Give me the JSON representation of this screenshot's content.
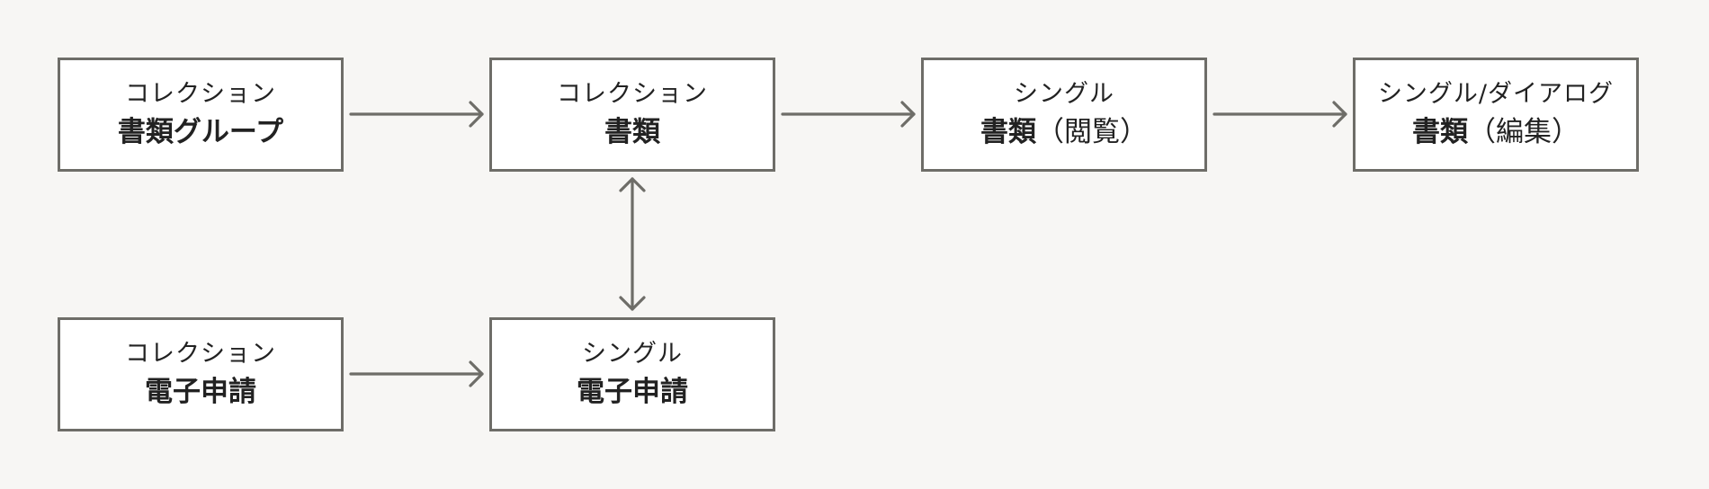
{
  "nodes": [
    {
      "id": "collection-document-group",
      "kind": "コレクション",
      "name": "書類グループ",
      "sub": ""
    },
    {
      "id": "collection-document",
      "kind": "コレクション",
      "name": "書類",
      "sub": ""
    },
    {
      "id": "single-document-view",
      "kind": "シングル",
      "name": "書類",
      "sub": "（閲覧）"
    },
    {
      "id": "single-dialog-document-edit",
      "kind": "シングル/ダイアログ",
      "name": "書類",
      "sub": "（編集）"
    },
    {
      "id": "collection-e-application",
      "kind": "コレクション",
      "name": "電子申請",
      "sub": ""
    },
    {
      "id": "single-e-application",
      "kind": "シングル",
      "name": "電子申請",
      "sub": ""
    }
  ],
  "edges": [
    {
      "from": "collection-document-group",
      "to": "collection-document",
      "direction": "forward"
    },
    {
      "from": "collection-document",
      "to": "single-document-view",
      "direction": "forward"
    },
    {
      "from": "single-document-view",
      "to": "single-dialog-document-edit",
      "direction": "forward"
    },
    {
      "from": "collection-e-application",
      "to": "single-e-application",
      "direction": "forward"
    },
    {
      "from": "collection-document",
      "to": "single-e-application",
      "direction": "bidirectional"
    }
  ],
  "colors": {
    "background": "#f7f6f4",
    "node_border": "#6e6d68",
    "node_fill": "#ffffff",
    "text": "#222222",
    "arrow": "#6e6d68"
  }
}
